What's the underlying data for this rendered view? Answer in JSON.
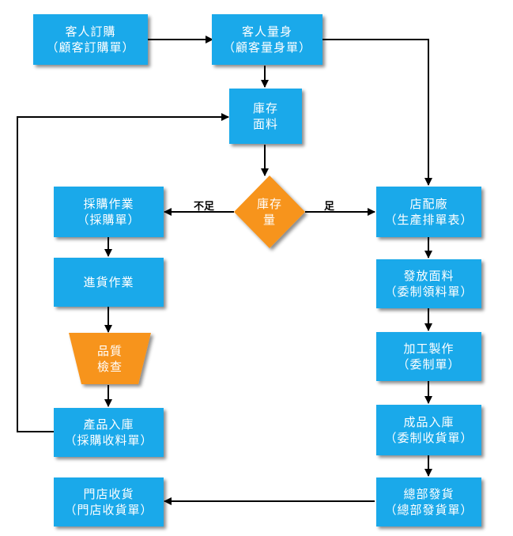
{
  "nodes": {
    "customer_order": {
      "line1": "客人訂購",
      "line2": "（顧客訂購單）"
    },
    "customer_measure": {
      "line1": "客人量身",
      "line2": "（顧客量身單）"
    },
    "stock_fabric": {
      "line1": "庫存",
      "line2": "面料"
    },
    "stock_check": {
      "line1": "庫存",
      "line2": "量"
    },
    "purchasing": {
      "line1": "採購作業",
      "line2": "（採購單）"
    },
    "receiving": {
      "line1": "進貨作業"
    },
    "quality_check": {
      "line1": "品質",
      "line2": "檢查"
    },
    "product_stock_in": {
      "line1": "產品入庫",
      "line2": "（採購收料單）"
    },
    "store_receive": {
      "line1": "門店收貨",
      "line2": "（門店收貨單）"
    },
    "store_factory": {
      "line1": "店配廠",
      "line2": "（生產排單表）"
    },
    "issue_fabric": {
      "line1": "發放面料",
      "line2": "（委制領料單）"
    },
    "processing": {
      "line1": "加工製作",
      "line2": "（委制單）"
    },
    "finished_stock_in": {
      "line1": "成品入庫",
      "line2": "（委制收貨單）"
    },
    "hq_ship": {
      "line1": "總部發貨",
      "line2": "（總部發貨單）"
    }
  },
  "edges": {
    "insufficient": "不足",
    "sufficient": "足"
  },
  "colors": {
    "box": "#1aa9ea",
    "decision": "#f7941d",
    "line": "#000000"
  }
}
